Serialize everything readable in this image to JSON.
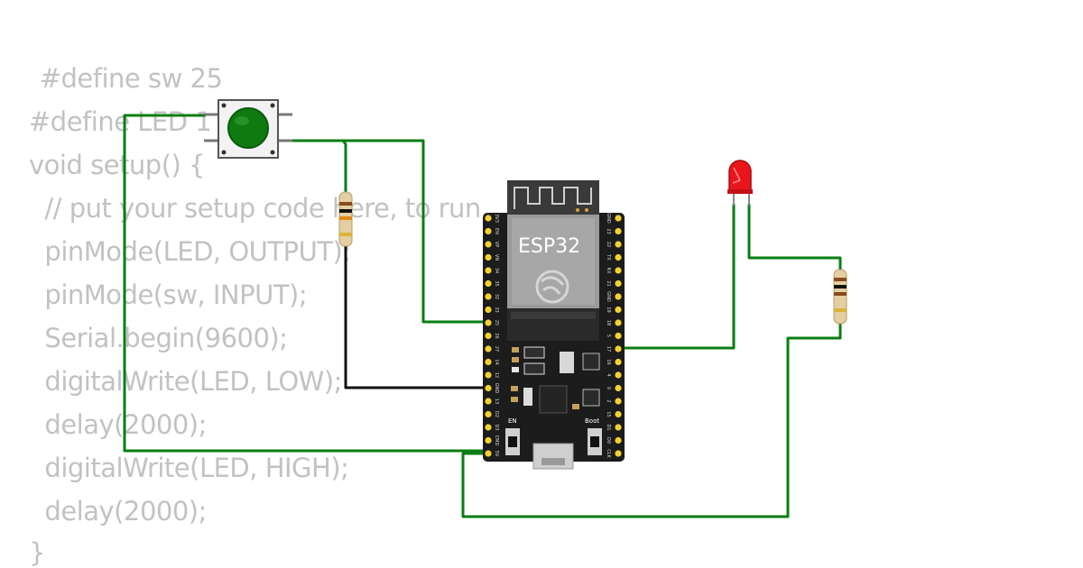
{
  "code": {
    "lines": [
      " #define sw 25",
      "#define LED 1",
      "void setup() {",
      "  // put your setup code here, to run",
      "  pinMode(LED, OUTPUT);",
      "  pinMode(sw, INPUT);",
      "  Serial.begin(9600);",
      "  digitalWrite(LED, LOW);",
      "  delay(2000);",
      "  digitalWrite(LED, HIGH);",
      "  delay(2000);",
      "}"
    ]
  },
  "board": {
    "name": "ESP32",
    "button_en": "EN",
    "button_boot": "Boot",
    "left_pins": [
      "3V3",
      "EN",
      "VP",
      "VN",
      "34",
      "35",
      "32",
      "33",
      "25",
      "26",
      "27",
      "14",
      "12",
      "GND",
      "13",
      "D2",
      "D3",
      "CMD",
      "5V"
    ],
    "right_pins": [
      "GND",
      "23",
      "22",
      "TX",
      "RX",
      "21",
      "GND",
      "19",
      "18",
      "5",
      "17",
      "16",
      "4",
      "0",
      "2",
      "15",
      "D1",
      "D0",
      "CLK"
    ]
  },
  "colors": {
    "wire_green": "#0a7d12",
    "wire_black": "#111111",
    "board": "#1c1c1c",
    "pin_yellow": "#f2d130",
    "led_red": "#e8161b",
    "button_cap": "#0f7a10"
  },
  "components": {
    "pushbutton": "pushbutton",
    "led": "red-led",
    "resistor_count": 2
  }
}
